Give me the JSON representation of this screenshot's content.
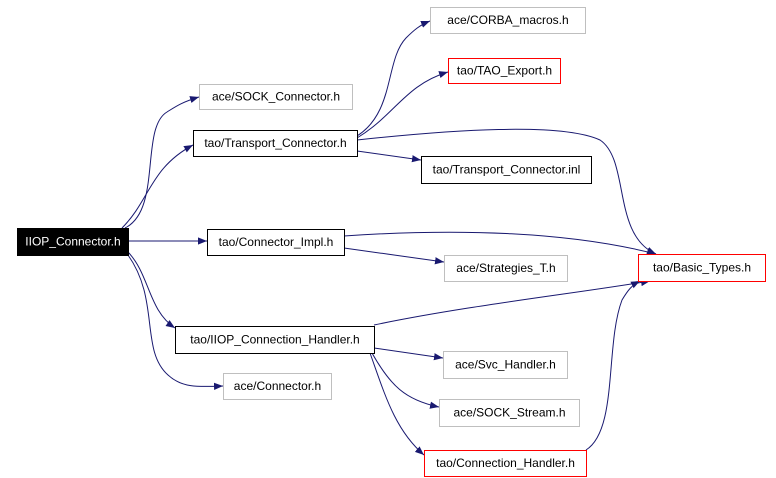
{
  "colors": {
    "edge": "#191970",
    "root_fill": "#000000",
    "root_text": "#ffffff",
    "doc_border": "#000000",
    "missing_border": "#bfbfbf",
    "truncated_border": "#ff0000",
    "text": "#000000"
  },
  "nodes": [
    {
      "id": "iiop_connector_h",
      "label": "IIOP_Connector.h",
      "kind": "root"
    },
    {
      "id": "ace_sock_connector_h",
      "label": "ace/SOCK_Connector.h",
      "kind": "missing"
    },
    {
      "id": "tao_transport_connector_h",
      "label": "tao/Transport_Connector.h",
      "kind": "doc"
    },
    {
      "id": "ace_corba_macros_h",
      "label": "ace/CORBA_macros.h",
      "kind": "missing"
    },
    {
      "id": "tao_tao_export_h",
      "label": "tao/TAO_Export.h",
      "kind": "truncated"
    },
    {
      "id": "tao_transport_connector_inl",
      "label": "tao/Transport_Connector.inl",
      "kind": "doc"
    },
    {
      "id": "tao_connector_impl_h",
      "label": "tao/Connector_Impl.h",
      "kind": "doc"
    },
    {
      "id": "ace_strategies_t_h",
      "label": "ace/Strategies_T.h",
      "kind": "missing"
    },
    {
      "id": "tao_basic_types_h",
      "label": "tao/Basic_Types.h",
      "kind": "truncated"
    },
    {
      "id": "tao_iiop_connection_handler_h",
      "label": "tao/IIOP_Connection_Handler.h",
      "kind": "doc"
    },
    {
      "id": "ace_svc_handler_h",
      "label": "ace/Svc_Handler.h",
      "kind": "missing"
    },
    {
      "id": "ace_connector_h",
      "label": "ace/Connector.h",
      "kind": "missing"
    },
    {
      "id": "ace_sock_stream_h",
      "label": "ace/SOCK_Stream.h",
      "kind": "missing"
    },
    {
      "id": "tao_connection_handler_h",
      "label": "tao/Connection_Handler.h",
      "kind": "truncated"
    }
  ],
  "edges": [
    {
      "from": "iiop_connector_h",
      "to": "ace_sock_connector_h"
    },
    {
      "from": "iiop_connector_h",
      "to": "tao_transport_connector_h"
    },
    {
      "from": "iiop_connector_h",
      "to": "tao_connector_impl_h"
    },
    {
      "from": "iiop_connector_h",
      "to": "tao_iiop_connection_handler_h"
    },
    {
      "from": "iiop_connector_h",
      "to": "ace_connector_h"
    },
    {
      "from": "tao_transport_connector_h",
      "to": "ace_corba_macros_h"
    },
    {
      "from": "tao_transport_connector_h",
      "to": "tao_tao_export_h"
    },
    {
      "from": "tao_transport_connector_h",
      "to": "tao_transport_connector_inl"
    },
    {
      "from": "tao_transport_connector_h",
      "to": "tao_basic_types_h"
    },
    {
      "from": "tao_connector_impl_h",
      "to": "ace_strategies_t_h"
    },
    {
      "from": "tao_connector_impl_h",
      "to": "tao_basic_types_h"
    },
    {
      "from": "tao_iiop_connection_handler_h",
      "to": "tao_basic_types_h"
    },
    {
      "from": "tao_iiop_connection_handler_h",
      "to": "ace_svc_handler_h"
    },
    {
      "from": "tao_iiop_connection_handler_h",
      "to": "ace_sock_stream_h"
    },
    {
      "from": "tao_iiop_connection_handler_h",
      "to": "tao_connection_handler_h"
    },
    {
      "from": "tao_connection_handler_h",
      "to": "tao_basic_types_h"
    }
  ]
}
